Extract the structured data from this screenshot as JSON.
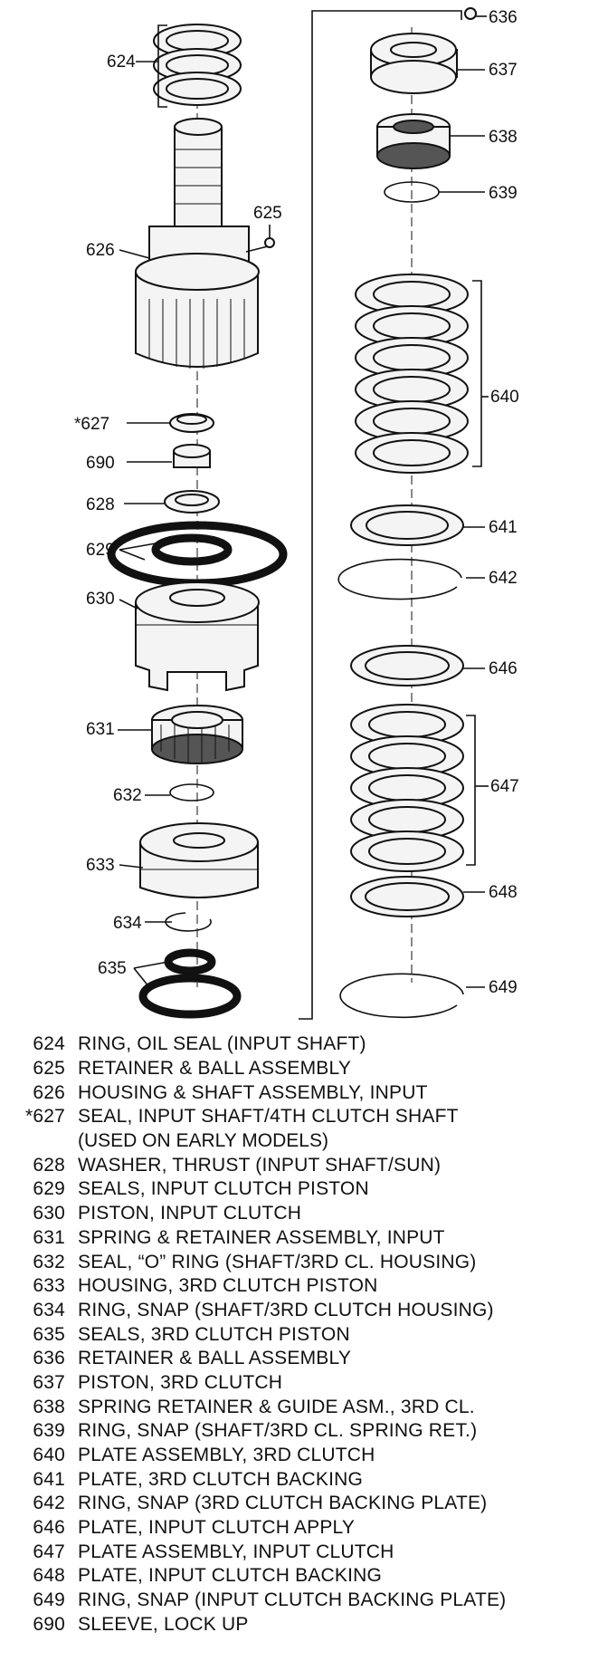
{
  "callouts": {
    "c624": "624",
    "c625": "625",
    "c626": "626",
    "c627": "*627",
    "c690": "690",
    "c628": "628",
    "c629": "629",
    "c630": "630",
    "c631": "631",
    "c632": "632",
    "c633": "633",
    "c634": "634",
    "c635": "635",
    "c636": "636",
    "c637": "637",
    "c638": "638",
    "c639": "639",
    "c640": "640",
    "c641": "641",
    "c642": "642",
    "c646": "646",
    "c647": "647",
    "c648": "648",
    "c649": "649"
  },
  "legend": [
    {
      "num": "624",
      "desc": "RING, OIL SEAL (INPUT SHAFT)"
    },
    {
      "num": "625",
      "desc": "RETAINER & BALL ASSEMBLY"
    },
    {
      "num": "626",
      "desc": "HOUSING & SHAFT ASSEMBLY, INPUT"
    },
    {
      "num": "*627",
      "desc": "SEAL, INPUT SHAFT/4TH CLUTCH SHAFT",
      "cont": "(USED ON EARLY MODELS)"
    },
    {
      "num": "628",
      "desc": "WASHER, THRUST (INPUT SHAFT/SUN)"
    },
    {
      "num": "629",
      "desc": "SEALS, INPUT CLUTCH PISTON"
    },
    {
      "num": "630",
      "desc": "PISTON, INPUT CLUTCH"
    },
    {
      "num": "631",
      "desc": "SPRING & RETAINER ASSEMBLY, INPUT"
    },
    {
      "num": "632",
      "desc": "SEAL, “O” RING (SHAFT/3RD CL. HOUSING)"
    },
    {
      "num": "633",
      "desc": "HOUSING, 3RD CLUTCH PISTON"
    },
    {
      "num": "634",
      "desc": "RING, SNAP (SHAFT/3RD CLUTCH HOUSING)"
    },
    {
      "num": "635",
      "desc": "SEALS, 3RD CLUTCH PISTON"
    },
    {
      "num": "636",
      "desc": "RETAINER & BALL ASSEMBLY"
    },
    {
      "num": "637",
      "desc": "PISTON, 3RD CLUTCH"
    },
    {
      "num": "638",
      "desc": "SPRING RETAINER & GUIDE ASM., 3RD CL."
    },
    {
      "num": "639",
      "desc": "RING, SNAP (SHAFT/3RD CL. SPRING RET.)"
    },
    {
      "num": "640",
      "desc": "PLATE ASSEMBLY, 3RD CLUTCH"
    },
    {
      "num": "641",
      "desc": "PLATE, 3RD CLUTCH BACKING"
    },
    {
      "num": "642",
      "desc": "RING, SNAP (3RD CLUTCH BACKING PLATE)"
    },
    {
      "num": "646",
      "desc": "PLATE, INPUT CLUTCH APPLY"
    },
    {
      "num": "647",
      "desc": "PLATE ASSEMBLY, INPUT CLUTCH"
    },
    {
      "num": "648",
      "desc": "PLATE, INPUT CLUTCH BACKING"
    },
    {
      "num": "649",
      "desc": "RING, SNAP (INPUT CLUTCH BACKING PLATE)"
    },
    {
      "num": "690",
      "desc": "SLEEVE, LOCK UP"
    }
  ]
}
